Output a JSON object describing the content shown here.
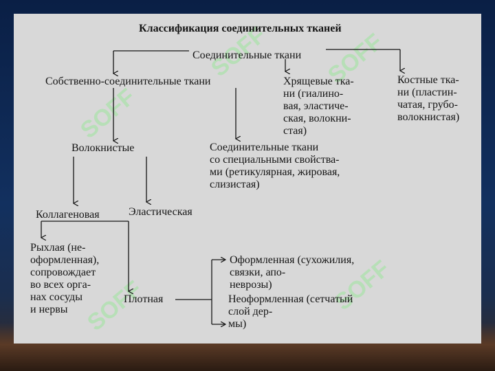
{
  "title": "Классификация соединительных тканей",
  "root": "Соединительные ткани",
  "branches": {
    "proper": "Собственно-соединительные ткани",
    "cartilage": "Хрящевые тка-\nни (гиалино-\nвая, эластиче-\nская, волокни-\nстая)",
    "bone": "Костные тка-\nни (пластин-\nчатая, грубо-\nволокнистая)"
  },
  "fibrous": "Волокнистые",
  "special": "Соединительные ткани\nсо специальными свойства-\nми (ретикулярная, жировая,\nслизистая)",
  "collagen": "Коллагеновая",
  "elastic": "Эластическая",
  "loose": "Рыхлая (не-\nоформленная),\nсопровождает\nво всех орга-\nнах сосуды\nи нервы",
  "dense": "Плотная",
  "formed": "Оформленная (сухожилия,\nсвязки, апо-\nневрозы)",
  "unformed": "Неоформленная (сетчатый\nслой дер-\nмы)",
  "watermark": "SOFF",
  "colors": {
    "sheet": "#d8d8d8",
    "text": "#141414",
    "watermark": "#96e696"
  }
}
